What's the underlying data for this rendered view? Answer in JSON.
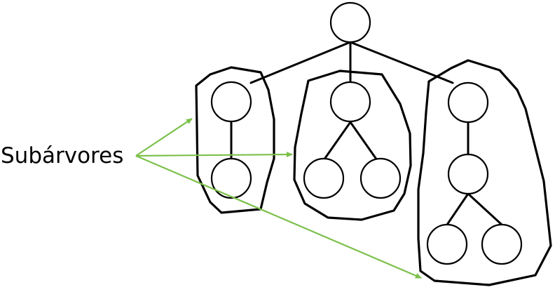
{
  "label": {
    "text": "Subárvores"
  },
  "colors": {
    "pointer": "#7cc04b",
    "stroke": "#000000",
    "node_fill": "#ffffff"
  },
  "tree": {
    "root_count": 1,
    "subtrees": [
      {
        "name": "left",
        "nodes": 2,
        "shape": "chain"
      },
      {
        "name": "middle",
        "nodes": 3,
        "shape": "root-with-two-children"
      },
      {
        "name": "right",
        "nodes": 4,
        "shape": "chain-then-two-children"
      }
    ]
  }
}
